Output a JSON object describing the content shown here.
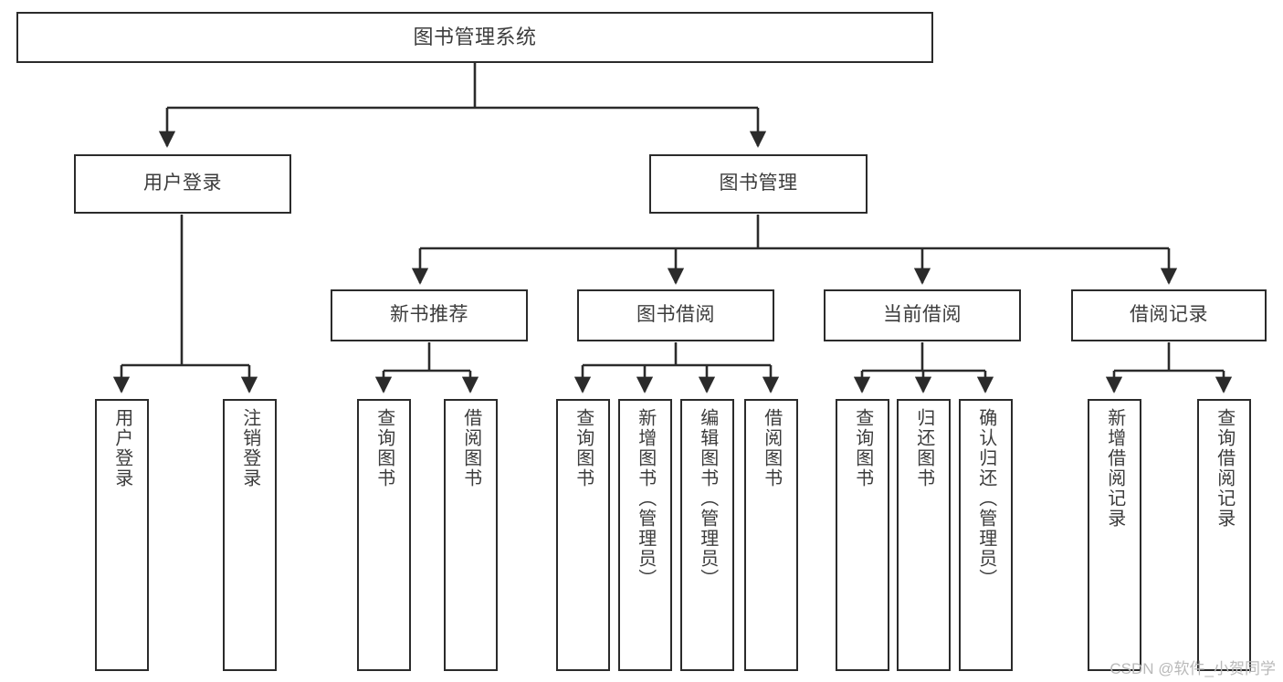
{
  "diagram": {
    "type": "tree-hierarchy-chart",
    "title": "图书管理系统",
    "stroke_color": "#2b2b2b",
    "text_color": "#3c3c3c",
    "background_color": "#ffffff",
    "watermark": "CSDN @软件_小贺同学",
    "root": {
      "label": "图书管理系统"
    },
    "level2": [
      {
        "label": "用户登录"
      },
      {
        "label": "图书管理"
      }
    ],
    "level3": [
      {
        "label": "新书推荐"
      },
      {
        "label": "图书借阅"
      },
      {
        "label": "当前借阅"
      },
      {
        "label": "借阅记录"
      }
    ],
    "leaves": {
      "user_login": [
        {
          "label": "用户登录"
        },
        {
          "label": "注销登录"
        }
      ],
      "new_book_recommend": [
        {
          "label": "查询图书"
        },
        {
          "label": "借阅图书"
        }
      ],
      "book_borrow": [
        {
          "label": "查询图书"
        },
        {
          "label": "新增图书（管理员）"
        },
        {
          "label": "编辑图书（管理员）"
        },
        {
          "label": "借阅图书"
        }
      ],
      "current_borrow": [
        {
          "label": "查询图书"
        },
        {
          "label": "归还图书"
        },
        {
          "label": "确认归还（管理员）"
        }
      ],
      "borrow_record": [
        {
          "label": "新增借阅记录"
        },
        {
          "label": "查询借阅记录"
        }
      ]
    }
  }
}
